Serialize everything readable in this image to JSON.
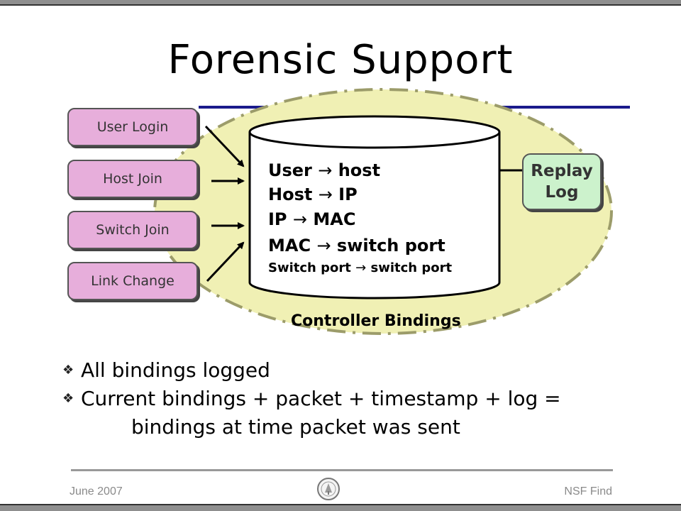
{
  "title": "Forensic Support",
  "sources": [
    {
      "label": "User Login"
    },
    {
      "label": "Host Join"
    },
    {
      "label": "Switch Join"
    },
    {
      "label": "Link Change"
    }
  ],
  "bindings": [
    {
      "left": "User",
      "right": "host"
    },
    {
      "left": "Host",
      "right": "IP"
    },
    {
      "left": "IP",
      "right": "MAC"
    },
    {
      "left": "MAC",
      "right": "switch port"
    },
    {
      "left": "Switch port",
      "right": "switch port"
    }
  ],
  "arrow_glyph": "→",
  "controller_label": "Controller Bindings",
  "replay_log": {
    "line1": "Replay",
    "line2": "Log"
  },
  "bullets": [
    {
      "text": "All bindings logged"
    },
    {
      "text": "Current bindings + packet + timestamp + log =",
      "continuation": "bindings at time packet was sent"
    }
  ],
  "footer": {
    "left": "June 2007",
    "right": "NSF Find"
  },
  "colors": {
    "ellipse_fill": "#f0f0b4",
    "ellipse_dash": "#9c9c6a",
    "source_box": "#e7aedb",
    "replay_box": "#ccf2cc",
    "title_rule": "#1a1a8c"
  }
}
